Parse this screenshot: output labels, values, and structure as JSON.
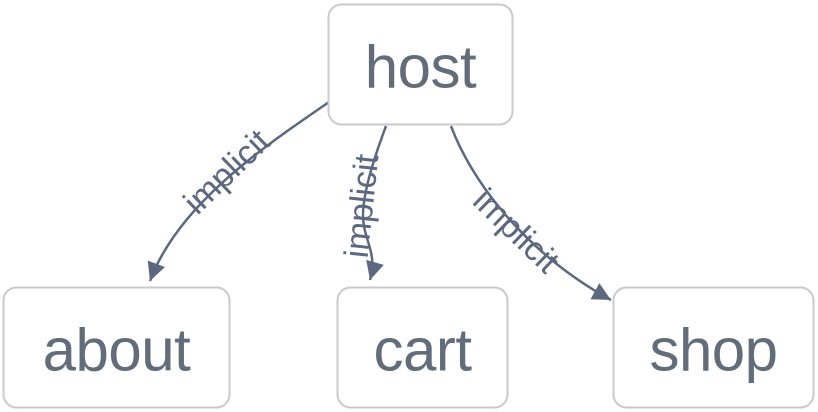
{
  "graph": {
    "type": "dependency-graph",
    "background": "#ffffff",
    "colors": {
      "node_border": "#c8cacd",
      "node_fill": "#ffffff",
      "node_text": "#636c79",
      "edge_stroke": "#5d6880",
      "edge_label_text": "#5d6880"
    },
    "nodes": [
      {
        "id": "host",
        "label": "host"
      },
      {
        "id": "about",
        "label": "about"
      },
      {
        "id": "cart",
        "label": "cart"
      },
      {
        "id": "shop",
        "label": "shop"
      }
    ],
    "edges": [
      {
        "from": "host",
        "to": "about",
        "label": "implicit"
      },
      {
        "from": "host",
        "to": "cart",
        "label": "implicit"
      },
      {
        "from": "host",
        "to": "shop",
        "label": "implicit"
      }
    ]
  }
}
